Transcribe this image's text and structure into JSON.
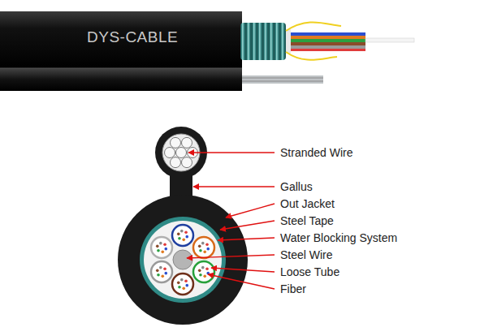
{
  "diagram": {
    "labels": [
      "DYS-CABLE",
      "Stranded Wire",
      "Gallus",
      "Out Jacket",
      "Steel Tape",
      "Water Blocking System",
      "Steel Wire",
      "Loose Tube",
      "Fiber"
    ]
  }
}
